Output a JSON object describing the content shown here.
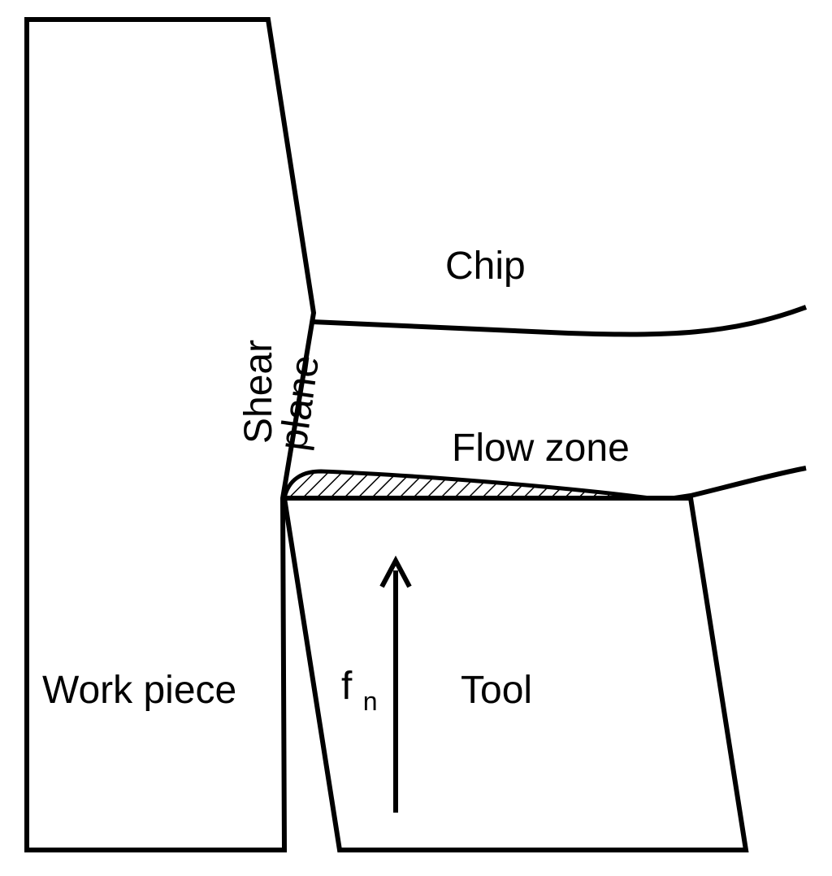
{
  "diagram": {
    "labels": {
      "chip": "Chip",
      "shear": "Shear",
      "plane": "plane",
      "flow_zone": "Flow zone",
      "work_piece": "Work piece",
      "tool": "Tool",
      "force_symbol": "f",
      "force_subscript": "n"
    },
    "colors": {
      "line": "#000000",
      "background": "#ffffff"
    },
    "icons": {
      "force_arrow": "arrow-up-icon"
    }
  }
}
